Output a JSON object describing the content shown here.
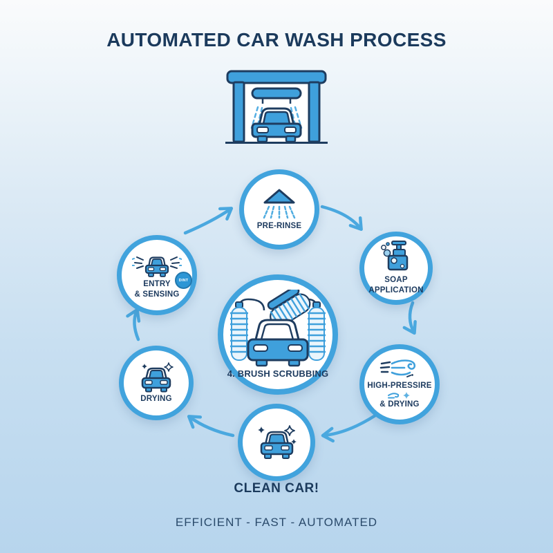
{
  "title": "AUTOMATED CAR WASH PROCESS",
  "tagline": "EFFICIENT - FAST - AUTOMATED",
  "diagram": {
    "center": {
      "label": "4. BRUSH SCRUBBING"
    },
    "steps": {
      "pre_rinse": {
        "label": "PRE-RINSE"
      },
      "soap": {
        "line1": "SOAP",
        "line2": "APPLICATION"
      },
      "high_pressure": {
        "line1": "HIGH-PRESSIRE",
        "line2": "& DRYING"
      },
      "clean_car": {
        "label": "CLEAN CAR!"
      },
      "drying": {
        "label": "DRYING"
      },
      "entry": {
        "line1": "ENTRY",
        "line2": "& SENSING",
        "badge": "DINT"
      }
    }
  },
  "icons": {
    "header": "car-wash-station-icon",
    "pre_rinse": "spray-nozzle-icon",
    "soap": "soap-dispenser-icon",
    "high_pressure": "air-blast-icon",
    "clean_car": "sparkling-car-icon",
    "drying": "dry-car-icon",
    "entry": "car-sensor-icon",
    "center": "brush-scrubbing-car-icon"
  },
  "colors": {
    "title_navy": "#1B3A5C",
    "circle_border_blue": "#41A3DD",
    "icon_blue": "#3FA0DC",
    "icon_outline_navy": "#1E3C5F",
    "arrow_blue": "#4AA8DF",
    "background_top": "#FAFBFC",
    "background_bottom": "#B7D5ED"
  }
}
